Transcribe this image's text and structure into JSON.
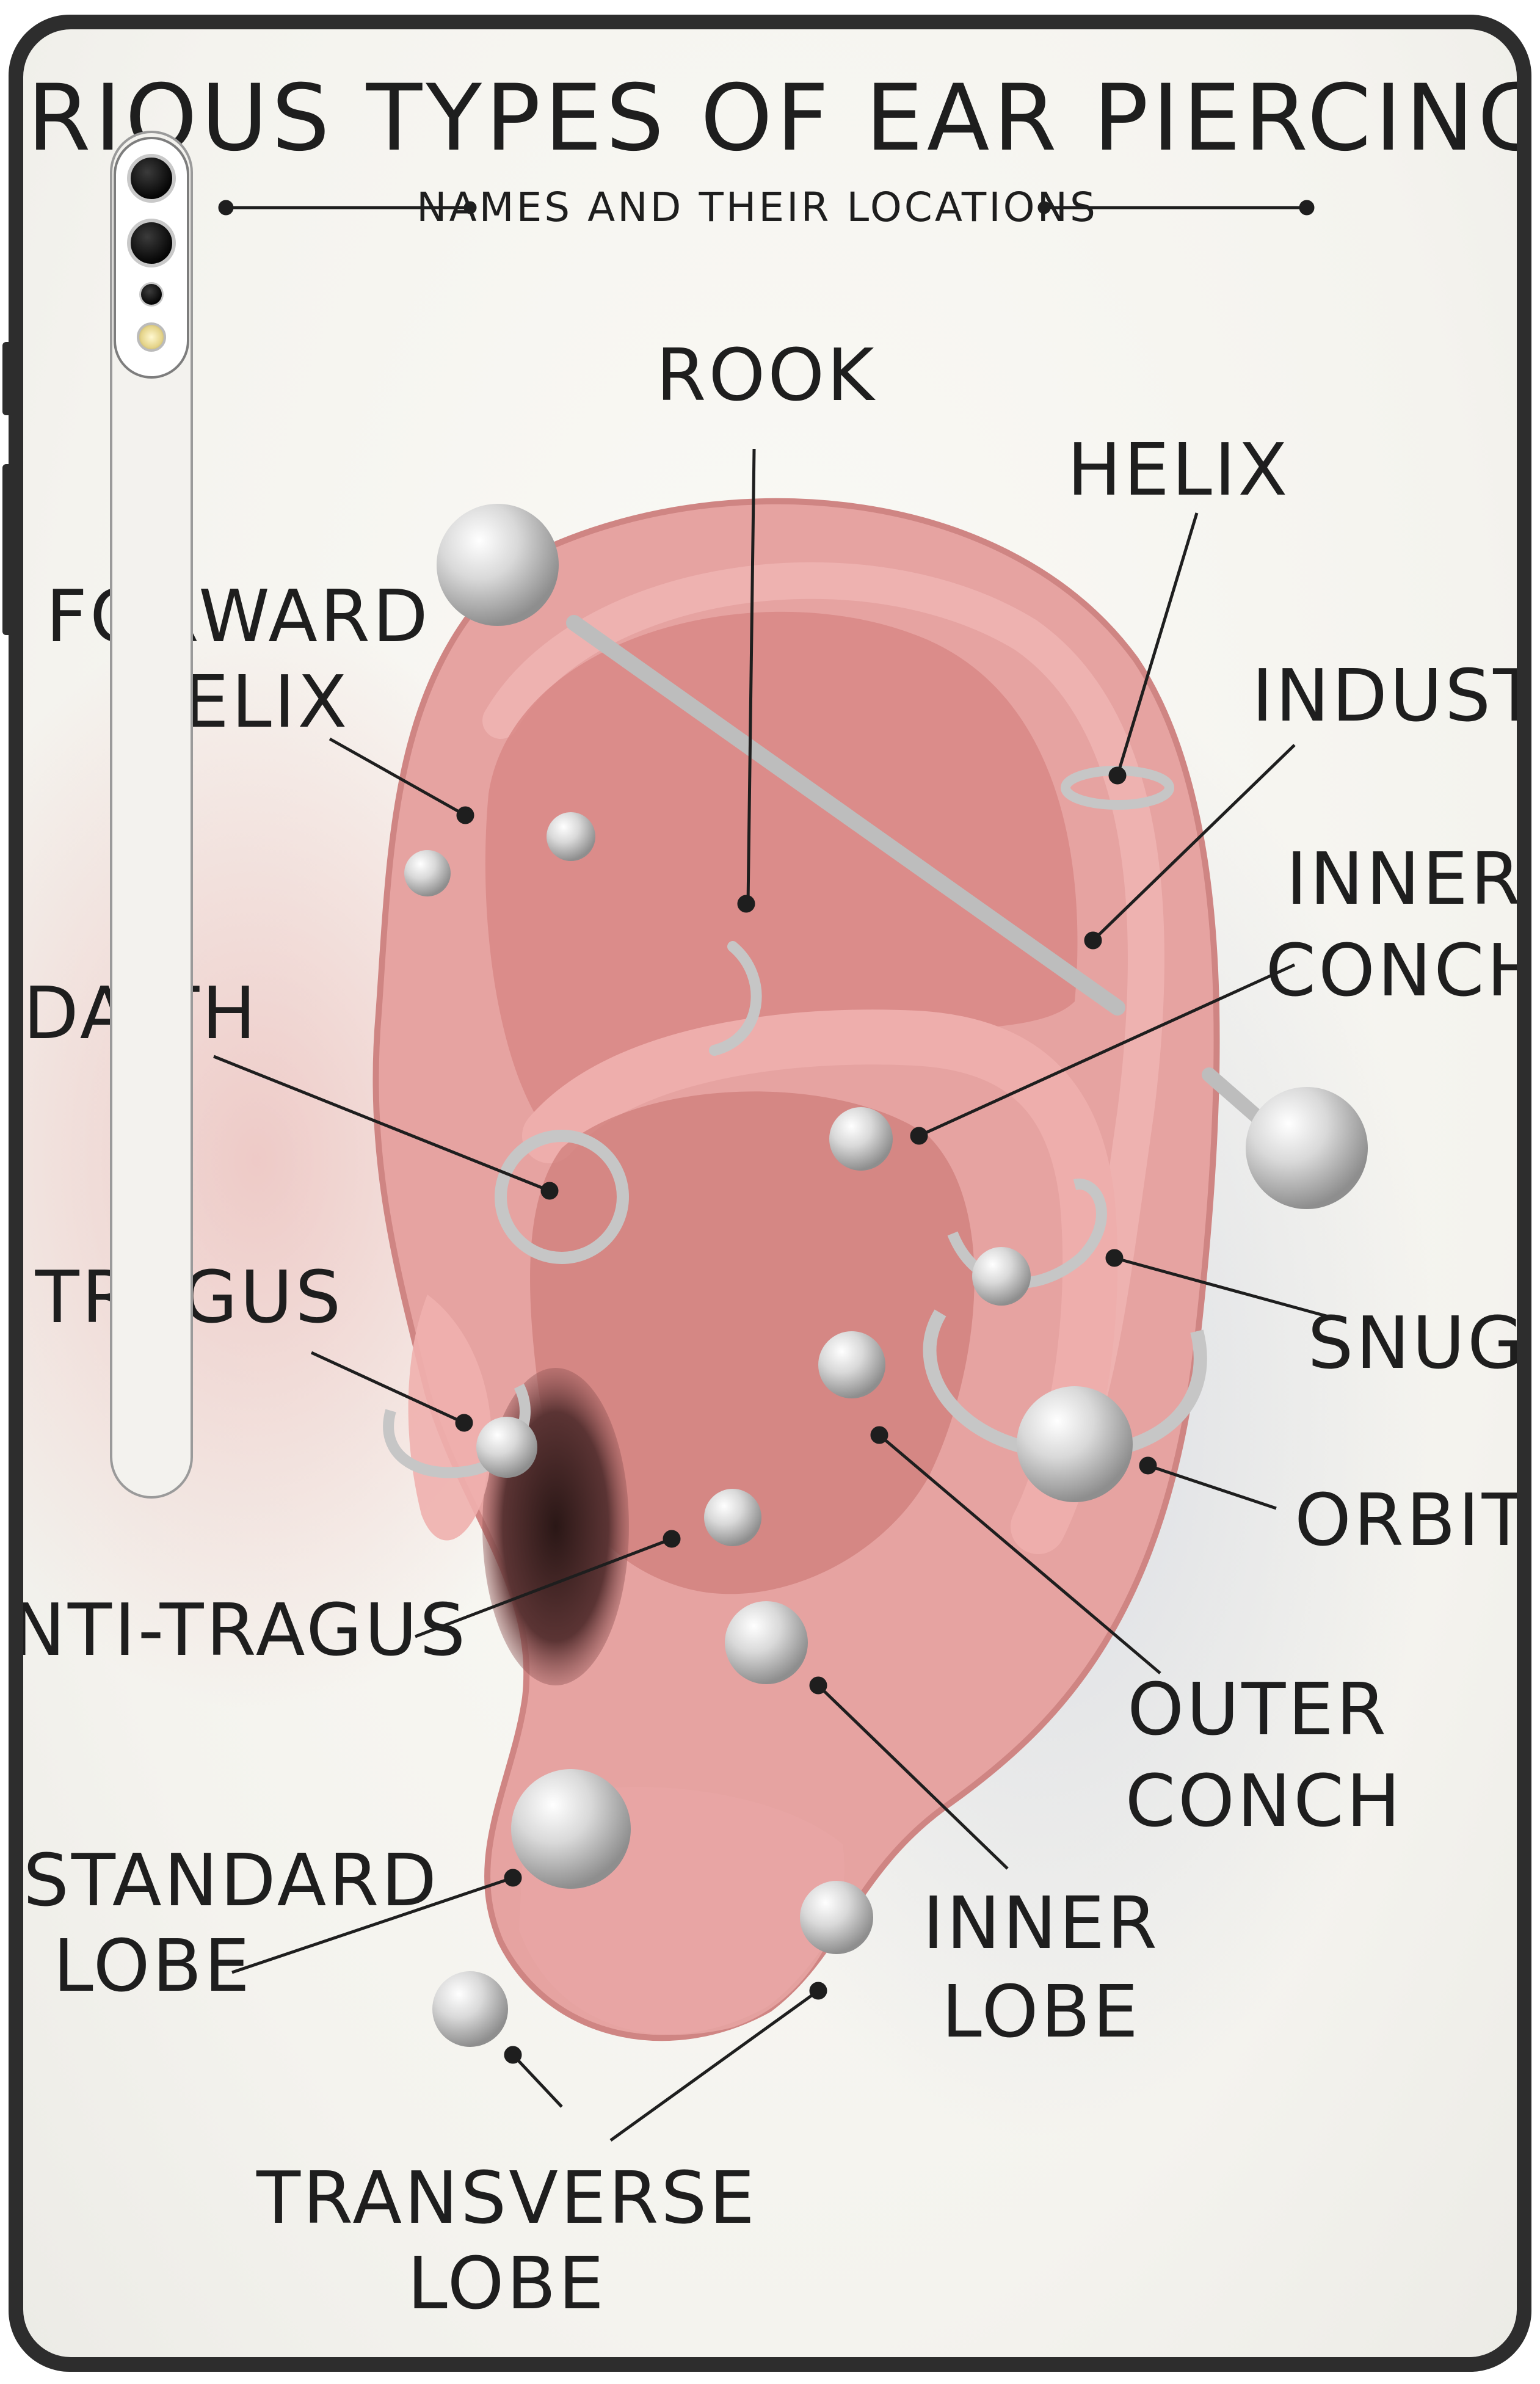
{
  "title": "Various Types of Ear Piercings",
  "subtitle": "Names and their locations",
  "labels": {
    "rook": "Rook",
    "helix": "Helix",
    "forward_helix_1": "Forward",
    "forward_helix_2": "Helix",
    "industrial": "Industria",
    "inner_conch_1": "Inner",
    "inner_conch_2": "Conch",
    "daith": "Daith",
    "tragus": "Tragus",
    "snug": "Snug",
    "orbital": "Orbital",
    "anti_tragus": "Anti-Tragus",
    "outer_conch_1": "Outer",
    "outer_conch_2": "Conch",
    "standard_lobe_1": "Standard",
    "standard_lobe_2": "Lobe",
    "inner_lobe_1": "Inner",
    "inner_lobe_2": "Lobe",
    "transverse_lobe_1": "Transverse",
    "transverse_lobe_2": "Lobe"
  },
  "colors": {
    "ear": "#e49c9a",
    "ear_dark": "#c97373",
    "ear_inner": "#d88684",
    "jewelry": "#c9c9c9",
    "ink": "#1e1e1e",
    "device_frame": "#2d2d2d"
  }
}
